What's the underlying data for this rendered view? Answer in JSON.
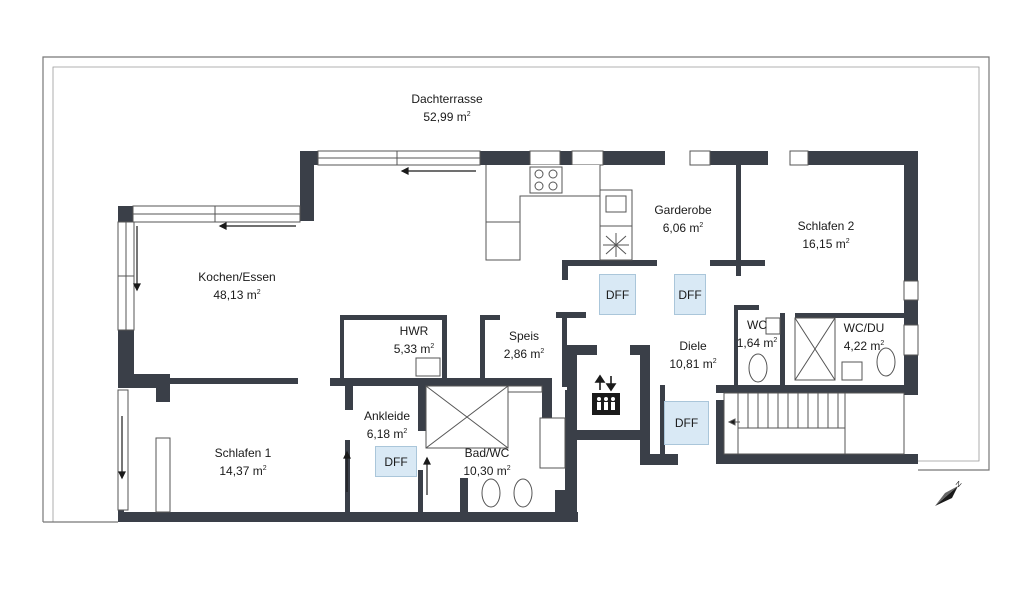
{
  "rooms": [
    {
      "id": "dachterrasse",
      "name": "Dachterrasse",
      "area": "52,99 m",
      "unit_sup": "2"
    },
    {
      "id": "kochen",
      "name": "Kochen/Essen",
      "area": "48,13 m",
      "unit_sup": "2"
    },
    {
      "id": "garderobe",
      "name": "Garderobe",
      "area": "6,06 m",
      "unit_sup": "2"
    },
    {
      "id": "schlafen2",
      "name": "Schlafen 2",
      "area": "16,15 m",
      "unit_sup": "2"
    },
    {
      "id": "hwr",
      "name": "HWR",
      "area": "5,33 m",
      "unit_sup": "2"
    },
    {
      "id": "speis",
      "name": "Speis",
      "area": "2,86 m",
      "unit_sup": "2"
    },
    {
      "id": "diele",
      "name": "Diele",
      "area": "10,81 m",
      "unit_sup": "2"
    },
    {
      "id": "wc",
      "name": "WC",
      "area": "1,64 m",
      "unit_sup": "2"
    },
    {
      "id": "wcdu",
      "name": "WC/DU",
      "area": "4,22 m",
      "unit_sup": "2"
    },
    {
      "id": "ankleide",
      "name": "Ankleide",
      "area": "6,18 m",
      "unit_sup": "2"
    },
    {
      "id": "badwc",
      "name": "Bad/WC",
      "area": "10,30 m",
      "unit_sup": "2"
    },
    {
      "id": "schlafen1",
      "name": "Schlafen 1",
      "area": "14,37 m",
      "unit_sup": "2"
    }
  ],
  "dff_labels": [
    "DFF",
    "DFF",
    "DFF",
    "DFF"
  ],
  "icons": [
    "elevator-icon",
    "north-arrow-icon",
    "stove-icon",
    "sink-icon",
    "toilet-icon",
    "shower-icon",
    "stairs-icon"
  ],
  "colors": {
    "wall": "#3a3f48",
    "window": "#ffffff",
    "dff_fill": "#d9e9f5",
    "line": "#555555"
  }
}
